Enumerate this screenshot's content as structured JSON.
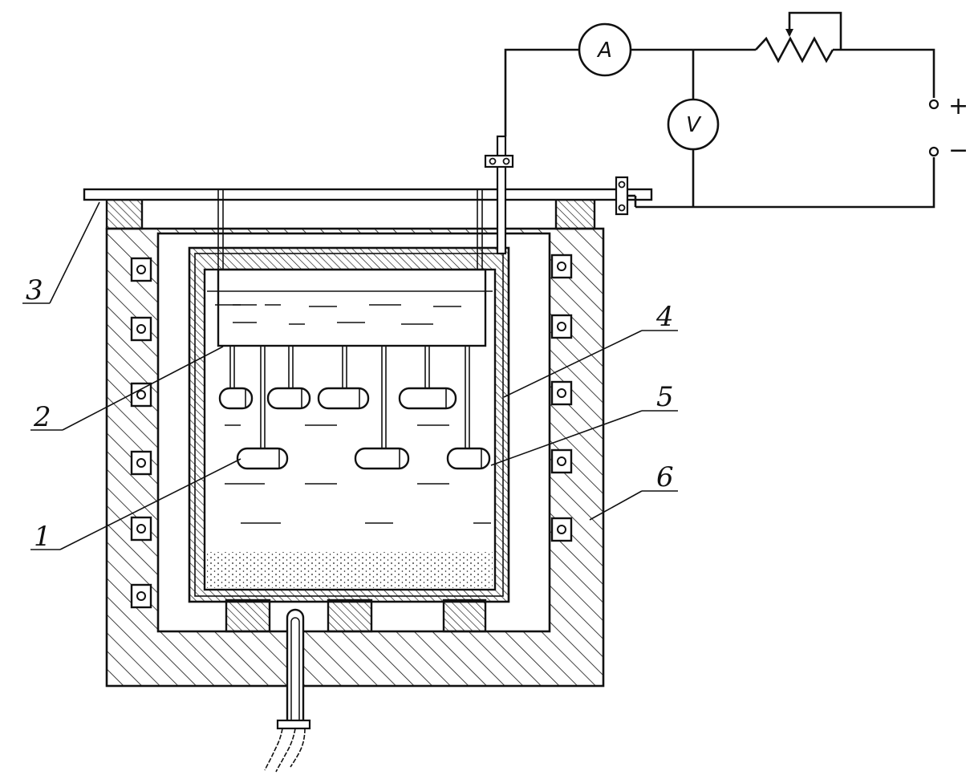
{
  "diagram": {
    "callouts": [
      {
        "id": "1",
        "label": "1"
      },
      {
        "id": "2",
        "label": "2"
      },
      {
        "id": "3",
        "label": "3"
      },
      {
        "id": "4",
        "label": "4"
      },
      {
        "id": "5",
        "label": "5"
      },
      {
        "id": "6",
        "label": "6"
      }
    ],
    "ammeter_symbol": "A",
    "voltmeter_symbol": "V",
    "terminal_plus": "+",
    "terminal_minus": "−",
    "colors": {
      "ink": "#111111",
      "paper": "#ffffff"
    }
  }
}
